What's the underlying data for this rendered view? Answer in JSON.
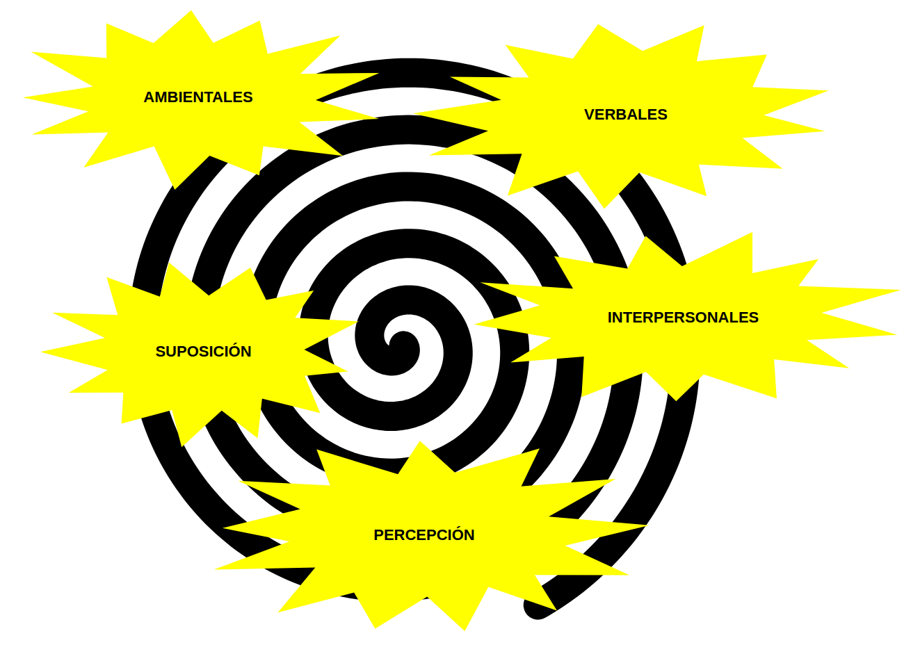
{
  "diagram": {
    "nodes": [
      {
        "text": [
          "AMBIENTALES"
        ]
      },
      {
        "text": [
          "VERBALES"
        ]
      },
      {
        "text": [
          "SUPOSICIÓN"
        ]
      },
      {
        "text": [
          "INTERPERSONALES"
        ]
      },
      {
        "text": [
          "PERCEPCIÓN"
        ]
      }
    ]
  }
}
